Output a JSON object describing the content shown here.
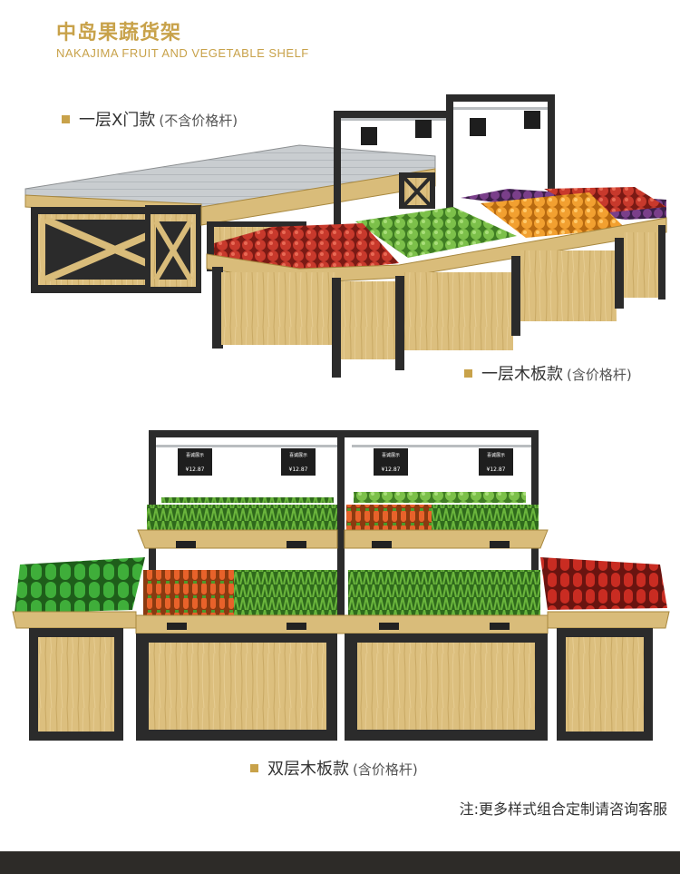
{
  "header": {
    "title_cn": "中岛果蔬货架",
    "title_en": "NAKAJIMA FRUIT AND VEGETABLE SHELF"
  },
  "variants": [
    {
      "name": "一层X门款",
      "note": "(不含价格杆)"
    },
    {
      "name": "一层木板款",
      "note": "(含价格杆)"
    },
    {
      "name": "双层木板款",
      "note": "(含价格杆)"
    }
  ],
  "price_tags": {
    "sign_text": "喜诚展示",
    "price": "¥12.87"
  },
  "footer_note": "注:更多样式组合定制请咨询客服",
  "colors": {
    "accent": "#c8a24a",
    "wood": "#d9bc7a",
    "frame": "#2b2b2b",
    "footer": "#2d2b28"
  }
}
